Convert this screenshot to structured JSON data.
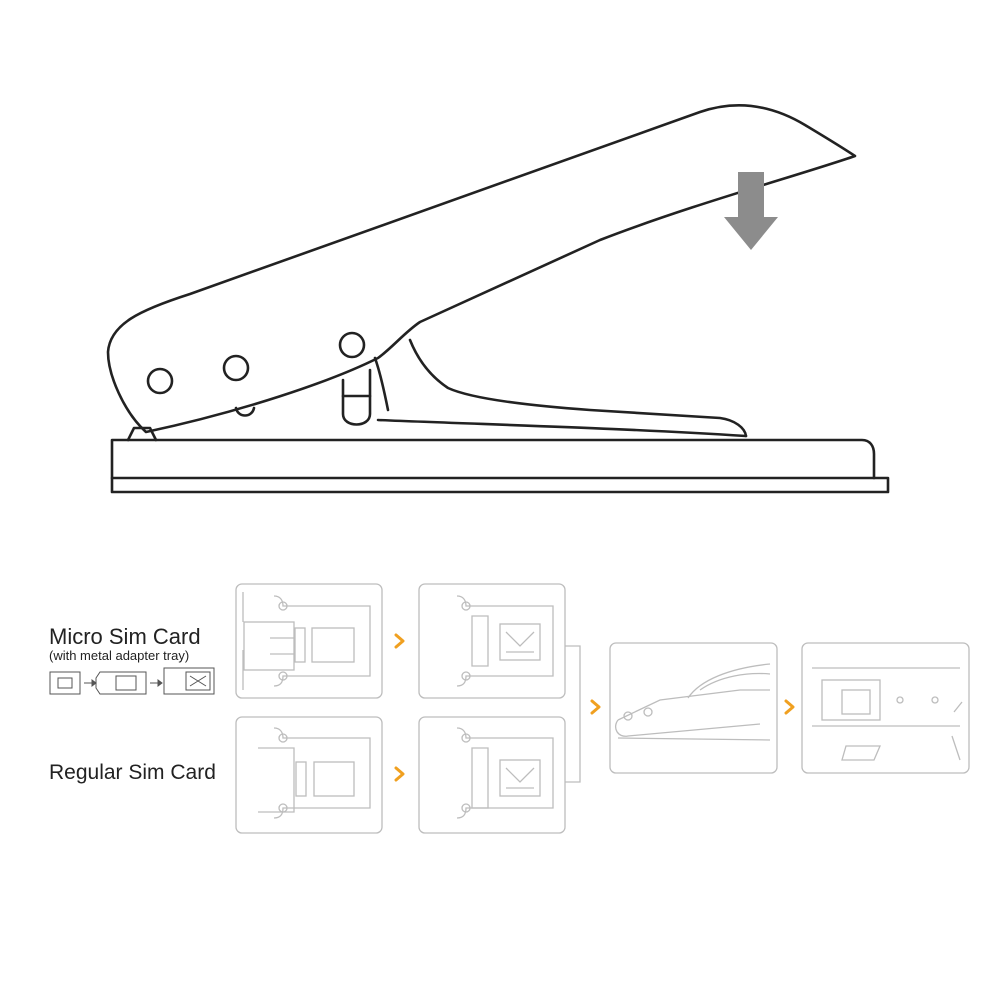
{
  "labels": {
    "micro_title": "Micro Sim Card",
    "micro_subtitle": "(with metal adapter tray)",
    "regular_title": "Regular Sim Card"
  },
  "colors": {
    "outline": "#222222",
    "panel_outline": "#bdbdbd",
    "press_arrow": "#8c8c8c",
    "step_arrow": "#f0a020"
  },
  "icons": {
    "press_arrow": "down-arrow-icon",
    "step_arrow": "chevron-right-icon"
  }
}
